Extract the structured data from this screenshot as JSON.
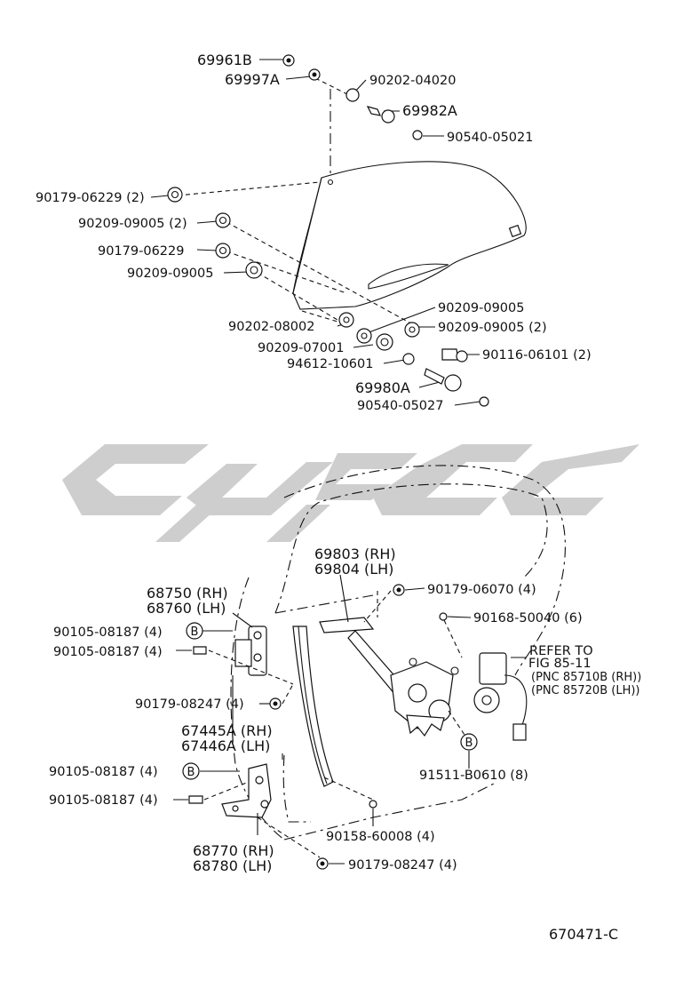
{
  "watermark": "",
  "diagram_code": "670471-C",
  "labels": {
    "p69961B": "69961B",
    "p69997A": "69997A",
    "p90202_04020": "90202-04020",
    "p69982A": "69982A",
    "p90540_05021": "90540-05021",
    "p90179_06229_2": "90179-06229 (2)",
    "p90209_09005_2a": "90209-09005 (2)",
    "p90179_06229": "90179-06229",
    "p90209_09005a": "90209-09005",
    "p90209_09005b": "90209-09005",
    "p90202_08002": "90202-08002",
    "p90209_09005_2b": "90209-09005 (2)",
    "p90209_07001": "90209-07001",
    "p90116_06101": "90116-06101 (2)",
    "p94612_10601": "94612-10601",
    "p69980A": "69980A",
    "p90540_05027": "90540-05027",
    "p69803": "69803 (RH)",
    "p69804": "69804 (LH)",
    "p90179_06070": "90179-06070 (4)",
    "p90168_50040": "90168-50040 (6)",
    "p68750": "68750 (RH)",
    "p68760": "68760 (LH)",
    "p90105_08187_4a": "90105-08187 (4)",
    "p90105_08187_4b": "90105-08187 (4)",
    "refer1": "REFER TO",
    "refer2": "FIG 85-11",
    "refer3": "(PNC 85710B (RH))",
    "refer4": "(PNC 85720B (LH))",
    "p90179_08247_4a": "90179-08247 (4)",
    "p67445A": "67445A (RH)",
    "p67446A": "67446A (LH)",
    "p91511_B0610": "91511-B0610 (8)",
    "p90105_08187_4c": "90105-08187 (4)",
    "p90105_08187_4d": "90105-08187 (4)",
    "p90158_60008": "90158-60008 (4)",
    "p68770": "68770 (RH)",
    "p68780": "68780 (LH)",
    "p90179_08247_4b": "90179-08247 (4)",
    "marker_b": "B"
  }
}
